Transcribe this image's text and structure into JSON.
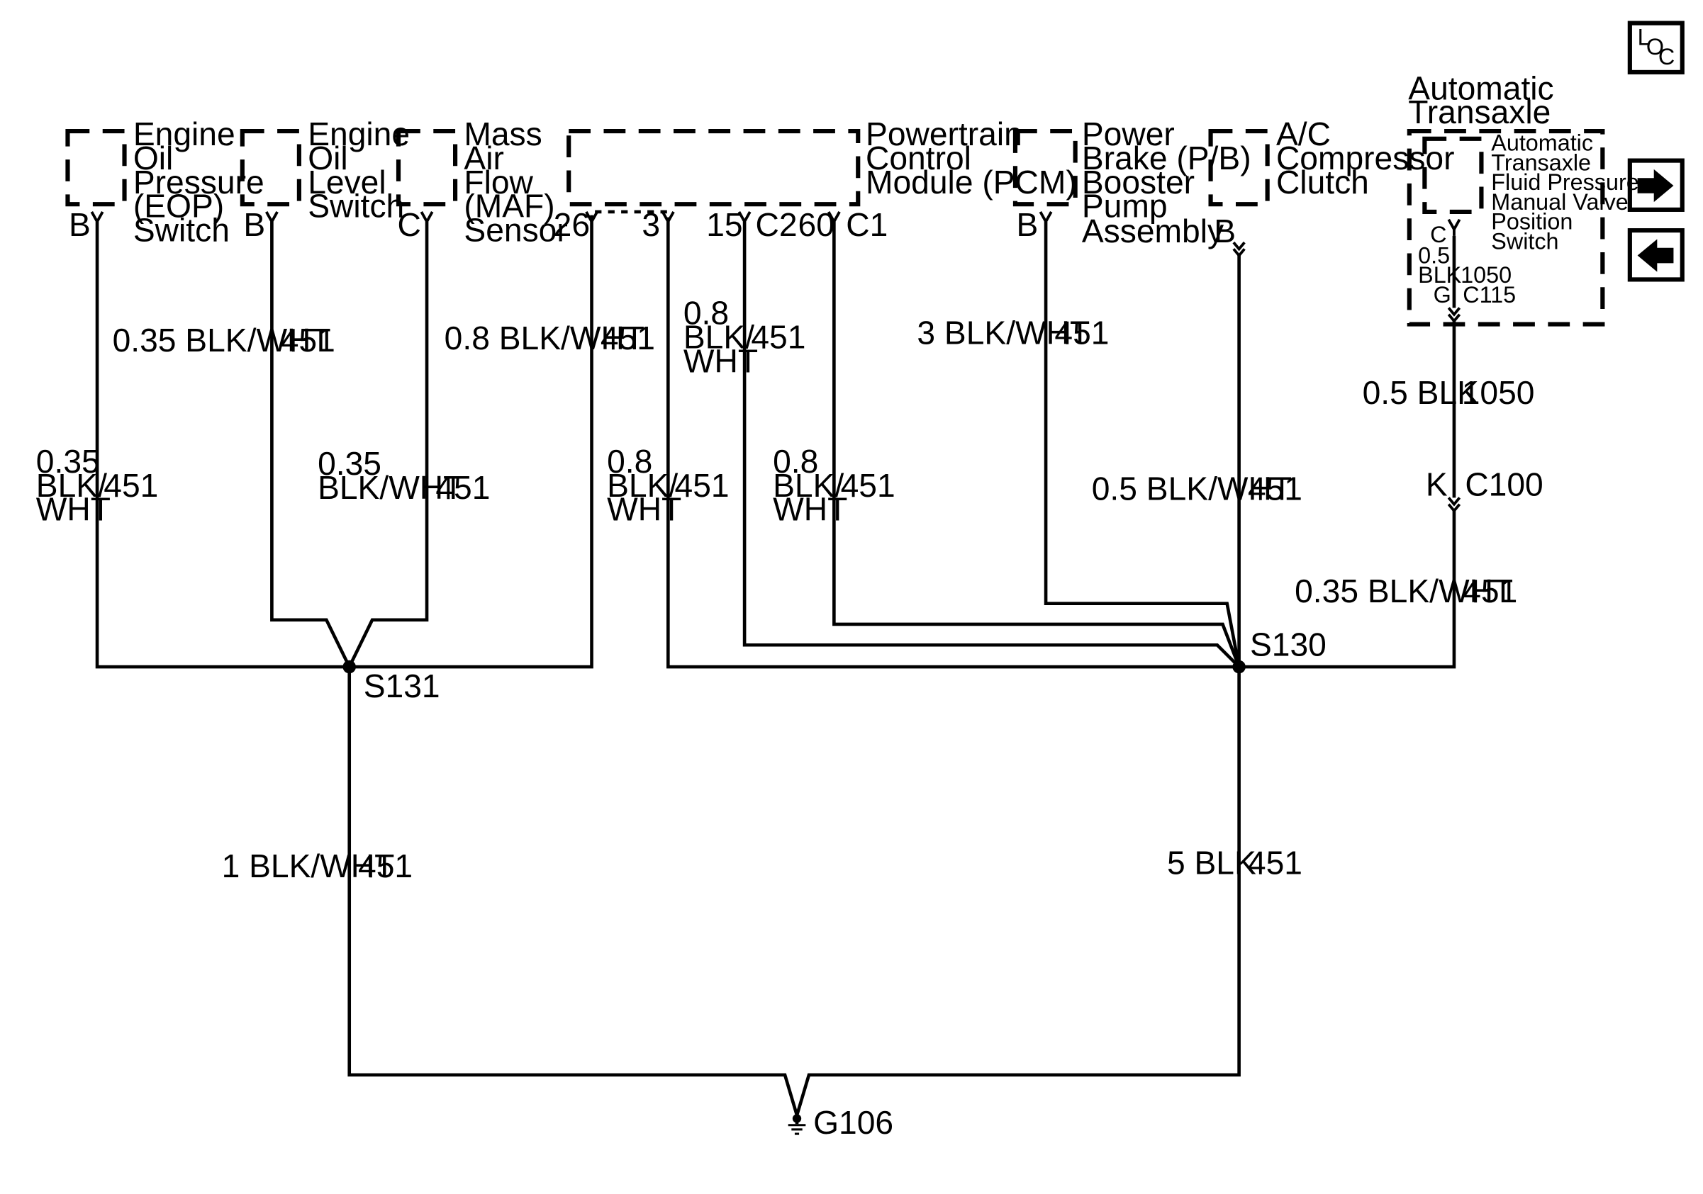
{
  "colors": {
    "wire": "#000000",
    "background": "#ffffff"
  },
  "nav": {
    "loc_icon": "loc-button-icon",
    "loc_L": "L",
    "loc_O": "O",
    "loc_C": "C",
    "next_icon": "arrow-right-icon",
    "prev_icon": "arrow-left-icon"
  },
  "components": {
    "eop": {
      "lines": [
        "Engine",
        "Oil",
        "Pressure",
        "(EOP)",
        "Switch"
      ],
      "pin": "B"
    },
    "eol": {
      "lines": [
        "Engine",
        "Oil",
        "Level",
        "Switch"
      ],
      "pin": "B"
    },
    "maf": {
      "lines": [
        "Mass",
        "Air",
        "Flow",
        "(MAF)",
        "Sensor"
      ],
      "pin": "C"
    },
    "pcm": {
      "lines": [
        "Powertrain",
        "Control",
        "Module (PCM)"
      ],
      "pins": [
        "26",
        "3",
        "15",
        "C2",
        "60",
        "C1"
      ]
    },
    "pb": {
      "lines": [
        "Power",
        "Brake (P/B)",
        "Booster",
        "Pump",
        "Assembly"
      ],
      "pin": "B"
    },
    "ac": {
      "lines": [
        "A/C",
        "Compressor",
        "Clutch"
      ],
      "pin": "B"
    },
    "trans": {
      "title": [
        "Automatic",
        "Transaxle"
      ],
      "switch": [
        "Automatic",
        "Transaxle",
        "Fluid Pressure",
        "Manual Valve",
        "Position",
        "Switch"
      ],
      "pin_c": "C",
      "wire_size": "0.5",
      "wire_color": "BLK",
      "circuit": "1050",
      "pin_g": "G",
      "connector": "C115"
    }
  },
  "wires": {
    "eop_top": {
      "lines": [
        "0.35",
        "BLK/",
        "WHT"
      ],
      "circuit": "451"
    },
    "eol_top": {
      "label": "0.35 BLK/WHT",
      "circuit": "451"
    },
    "maf_mid": {
      "lines": [
        "0.35",
        "BLK/WHT"
      ],
      "circuit": "451"
    },
    "pcm26_top": {
      "label": "0.8 BLK/WHT",
      "circuit": "451"
    },
    "pcm15_top": {
      "lines": [
        "0.8",
        "BLK/",
        "WHT"
      ],
      "circuit": "451"
    },
    "pcm3_mid": {
      "lines": [
        "0.8",
        "BLK/",
        "WHT"
      ],
      "circuit": "451"
    },
    "pcm60_mid": {
      "lines": [
        "0.8",
        "BLK/",
        "WHT"
      ],
      "circuit": "451"
    },
    "pb_top": {
      "label": "3 BLK/WHT",
      "circuit": "451"
    },
    "ac_mid": {
      "label": "0.5 BLK/WHT",
      "circuit": "451"
    },
    "trans_top": {
      "label": "0.5 BLK",
      "circuit": "1050"
    },
    "trans_bottom": {
      "label": "0.35 BLK/WHT",
      "circuit": "451"
    },
    "s131_ground": {
      "label": "1 BLK/WHT",
      "circuit": "451"
    },
    "s130_ground": {
      "label": "5 BLK",
      "circuit": "451"
    }
  },
  "connectors": {
    "c100": {
      "pin": "K",
      "name": "C100"
    }
  },
  "splices": {
    "s131": "S131",
    "s130": "S130"
  },
  "ground": {
    "name": "G106"
  }
}
